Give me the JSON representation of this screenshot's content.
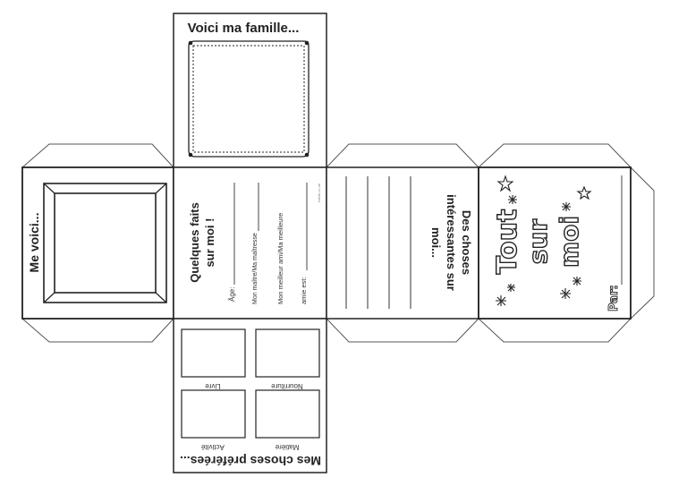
{
  "faces": {
    "top_title": "Voici ma famille...",
    "left_title": "Me voici...",
    "facts": {
      "title_line1": "Quelques faits",
      "title_line2": "sur moi !",
      "age_label": "Âge:",
      "teacher_label": "Mon maître/Ma maîtresse",
      "friend_label_1": "Mon meilleur ami/Ma meilleure",
      "friend_label_2": "amie est:",
      "credit": "twinkl.co.uk"
    },
    "interesting": {
      "line1": "Des choses",
      "line2": "intéressantes sur",
      "line3": "moi..."
    },
    "cover": {
      "word1": "Tout",
      "word2": "sur",
      "word3": "moi",
      "par_label": "Par:"
    },
    "favorites": {
      "title": "Mes choses préférées...",
      "boxes": [
        "Livre",
        "Nourriture",
        "Activité",
        "Matière"
      ]
    }
  },
  "colors": {
    "line": "#222222",
    "fold": "#555555"
  }
}
